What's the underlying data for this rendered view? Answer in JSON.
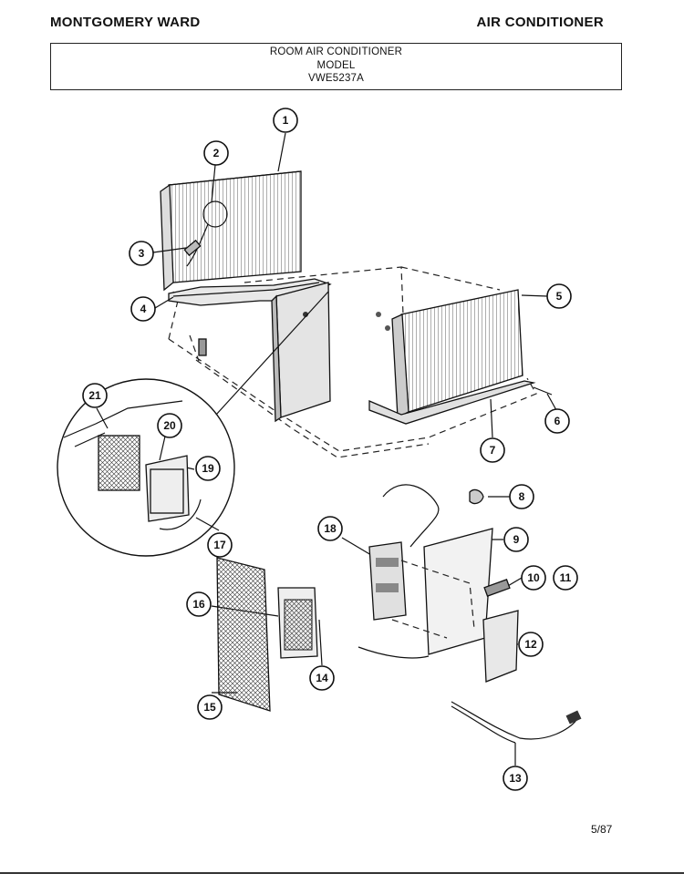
{
  "header": {
    "brand": "MONTGOMERY WARD",
    "category": "AIR CONDITIONER"
  },
  "title_box": {
    "line1": "ROOM AIR CONDITIONER",
    "line2": "MODEL",
    "line3": "VWE5237A"
  },
  "footer": {
    "date": "5/87"
  },
  "callouts": [
    "1",
    "2",
    "3",
    "4",
    "5",
    "6",
    "7",
    "8",
    "9",
    "10",
    "11",
    "12",
    "13",
    "14",
    "15",
    "16",
    "17",
    "18",
    "19",
    "20",
    "21"
  ]
}
